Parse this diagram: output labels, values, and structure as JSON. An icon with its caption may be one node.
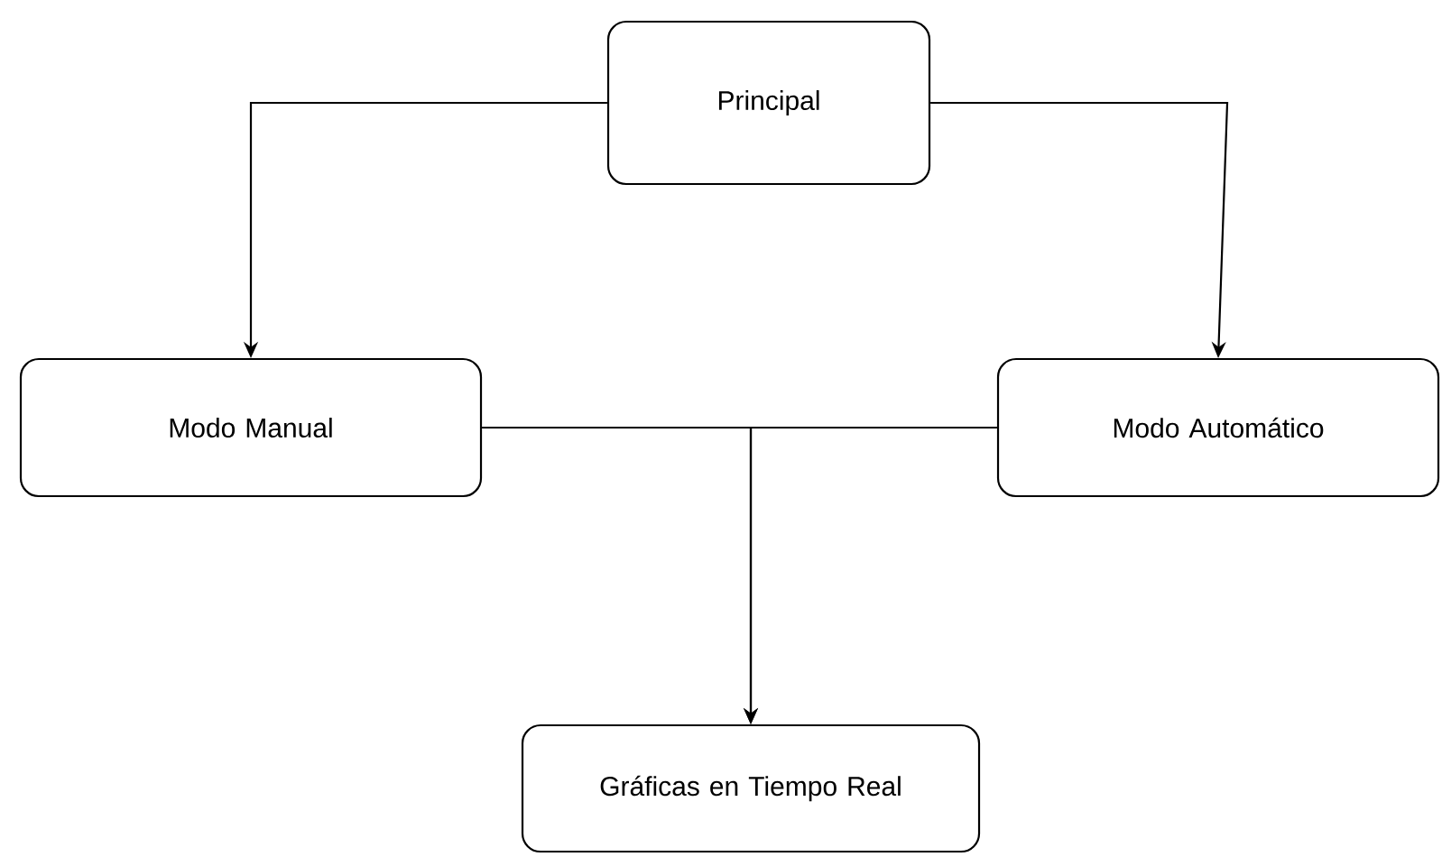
{
  "diagram": {
    "nodes": [
      {
        "text": [
          "Principal"
        ]
      },
      {
        "text": [
          "Modo Manual"
        ]
      },
      {
        "text": [
          "Modo Automático"
        ]
      },
      {
        "text": [
          "Gráficas en Tiempo Real"
        ]
      }
    ],
    "edges": [
      {
        "from": 0,
        "to": 1,
        "arrow": "to"
      },
      {
        "from": 0,
        "to": 2,
        "arrow": "to"
      },
      {
        "from": 1,
        "to": 3,
        "arrow": "to"
      },
      {
        "from": 2,
        "to": 3,
        "arrow": "to"
      }
    ]
  }
}
